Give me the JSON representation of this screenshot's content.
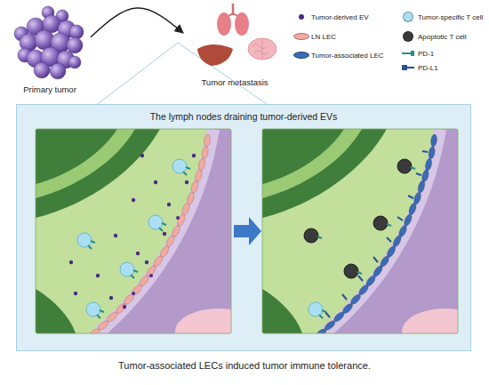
{
  "diagram": {
    "caption": "Tumor-associated LECs induced tumor immune tolerance.",
    "nodes": [
      {
        "text": [
          "Primary tumor"
        ]
      },
      {
        "text": [
          "Tumor metastasis"
        ]
      },
      {
        "text": [
          "The lymph nodes draining tumor-derived EVs"
        ]
      }
    ],
    "edges": [
      {
        "from": 0,
        "to": 1,
        "arrow": "to"
      }
    ],
    "legend": [
      {
        "text": "Tumor-derived EV",
        "color": "#4b2c84"
      },
      {
        "text": "LN LEC",
        "color": "#f2a9a0"
      },
      {
        "text": "Tumor-associated LEC",
        "color": "#3d6bb3"
      },
      {
        "text": "Tumor-specific T cell",
        "color": "#a9dff0"
      },
      {
        "text": "Apoptotic T cell",
        "color": "#3a3a3a"
      },
      {
        "text": "PD-1"
      },
      {
        "text": "PD-L1"
      }
    ]
  }
}
